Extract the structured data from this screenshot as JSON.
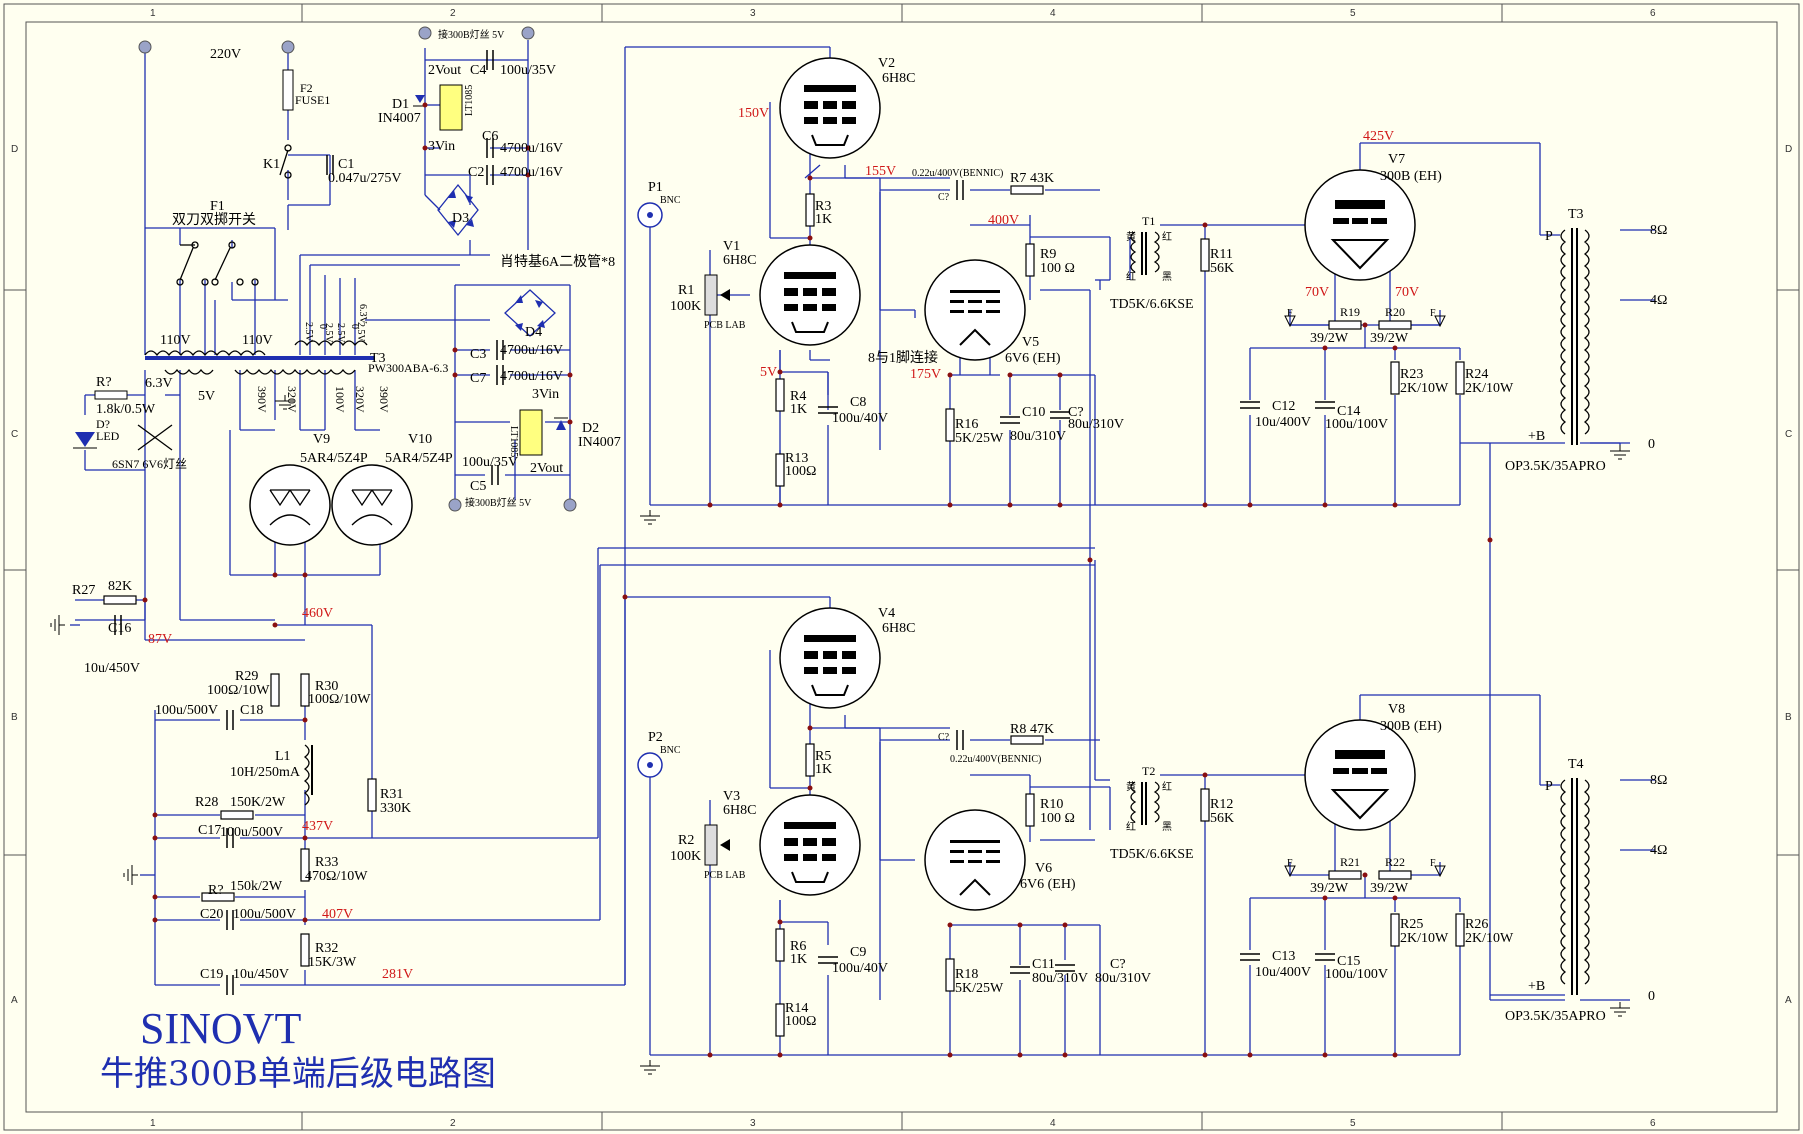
{
  "title": {
    "brand": "SINOVT",
    "subtitle": "牛推300B单端后级电路图"
  },
  "colors": {
    "background": "#fffff0",
    "wire": "#1f2fb0",
    "frame": "#555555",
    "voltage": "#d01818",
    "junction": "#8a1010",
    "text": "#000000"
  },
  "grid": {
    "cols": [
      "1",
      "2",
      "3",
      "4",
      "5",
      "6"
    ],
    "rows": [
      "D",
      "C",
      "B",
      "A"
    ]
  },
  "labels": {
    "v220": "220V",
    "f2": "F2",
    "fuse1": "FUSE1",
    "k1": "K1",
    "c1": "C1",
    "c1v": "0.047u/275V",
    "f1": "F1",
    "switch": "双刀双掷开关",
    "fil5v_top": "接300B灯丝 5V",
    "fil5v_bot": "接300B灯丝 5V",
    "vout2_top": "2Vout",
    "vin3_top": "3Vin",
    "c4": "C4",
    "c4v": "100u/35V",
    "d1": "D1",
    "d1v": "IN4007",
    "lt_top": "LT1085",
    "c6": "C6",
    "c6v": "4700u/16V",
    "c2": "C2",
    "c2v": "4700u/16V",
    "d3": "D3",
    "diodes": "肖特基6A二极管*8",
    "d4": "D4",
    "c3": "C3",
    "c3v": "4700u/16V",
    "c7": "C7",
    "c7v": "4700u/16V",
    "vin3_bot": "3Vin",
    "lt_bot": "LT1085",
    "d2": "D2",
    "d2v": "IN4007",
    "c5": "C5",
    "c5v": "100u/35V",
    "vout2_bot": "2Vout",
    "tr_p1": "110V",
    "tr_p2": "110V",
    "tr_s1": "2.5V",
    "tr_s2": "0",
    "tr_s3": "2.5V",
    "tr_s4": "2.5V",
    "tr_s5": "0",
    "tr_s6": "2.5V",
    "tr_63": "6.3V",
    "tr3": "T3",
    "tr_model": "PW300ABA-6.3",
    "tr_5v": "5V",
    "tr_63b": "6.3V",
    "tr_390a": "390V",
    "tr_320a": "320V",
    "tr_100": "100V",
    "tr_320b": "320V",
    "tr_390b": "390V",
    "rq": "R?",
    "rqv": "1.8k/0.5W",
    "dq": "D?",
    "led": "LED",
    "fil6sn7": "6SN7 6V6灯丝",
    "v9": "V9",
    "v9t": "5AR4/5Z4P",
    "v10": "V10",
    "v10t": "5AR4/5Z4P",
    "r27": "R27",
    "r27v": "82K",
    "c16": "C16",
    "c16v": "10u/450V",
    "r29": "R29",
    "r29v": "100Ω/10W",
    "r30": "R30",
    "r30v": "100Ω/10W",
    "c18": "C18",
    "c18v": "100u/500V",
    "l1": "L1",
    "l1v": "10H/250mA",
    "r28": "R28",
    "r28v": "150K/2W",
    "c17": "C17",
    "c17v": "100u/500V",
    "r31": "R31",
    "r31v": "330K",
    "r33": "R33",
    "r33v": "470Ω/10W",
    "rq2": "R?",
    "rq2v": "150k/2W",
    "c20": "C20",
    "c20v": "100u/500V",
    "r32": "R32",
    "r32v": "15K/3W",
    "c19": "C19",
    "c19v": "10u/450V",
    "p1": "P1",
    "bnc1": "BNC",
    "p2": "P2",
    "bnc2": "BNC",
    "r1": "R1",
    "r1v": "100K",
    "r2": "R2",
    "r2v": "100K",
    "pcb1": "PCB LAB",
    "pcb2": "PCB LAB",
    "v1": "V1",
    "v1t": "6H8C",
    "v2": "V2",
    "v2t": "6H8C",
    "v3": "V3",
    "v3t": "6H8C",
    "v4": "V4",
    "v4t": "6H8C",
    "r3": "R3",
    "r3v": "1K",
    "r4": "R4",
    "r4v": "1K",
    "c8": "C8",
    "c8v": "100u/40V",
    "r13": "R13",
    "r13v": "100Ω",
    "r5": "R5",
    "r5v": "1K",
    "r6": "R6",
    "r6v": "1K",
    "c9": "C9",
    "c9v": "100u/40V",
    "r14": "R14",
    "r14v": "100Ω",
    "cq1": "C?",
    "cq1v": "0.22u/400V(BENNIC)",
    "cq2": "C?",
    "cq2v": "0.22u/400V(BENNIC)",
    "r7": "R7",
    "r7v": "43K",
    "r8": "R8",
    "r8v": "47K",
    "r9": "R9",
    "r9v": "100 Ω",
    "r10": "R10",
    "r10v": "100 Ω",
    "v5": "V5",
    "v5t": "6V6 (EH)",
    "v6": "V6",
    "v6t": "6V6 (EH)",
    "pin8": "8与1脚连接",
    "r16": "R16",
    "r16v": "5K/25W",
    "c10": "C10",
    "c10v": "80u/310V",
    "cq3": "C?",
    "cq3v": "80u/310V",
    "r18": "R18",
    "r18v": "5K/25W",
    "c11": "C11",
    "c11v": "80u/310V",
    "cq4": "C?",
    "cq4v": "80u/310V",
    "t1": "T1",
    "t1t": "TD5K/6.6KSE",
    "t2": "T2",
    "t2t": "TD5K/6.6KSE",
    "huang": "黄",
    "hong": "红",
    "hei": "黑",
    "r11": "R11",
    "r11v": "56K",
    "r12": "R12",
    "r12v": "56K",
    "v7": "V7",
    "v7t": "300B (EH)",
    "v8": "V8",
    "v8t": "300B (EH)",
    "r19": "R19",
    "r19v": "39/2W",
    "r20": "R20",
    "r20v": "39/2W",
    "r21": "R21",
    "r21v": "39/2W",
    "r22": "R22",
    "r22v": "39/2W",
    "f": "F",
    "c12": "C12",
    "c12v": "10u/400V",
    "c14": "C14",
    "c14v": "100u/100V",
    "c13": "C13",
    "c13v": "10u/400V",
    "c15": "C15",
    "c15v": "100u/100V",
    "r23": "R23",
    "r23v": "2K/10W",
    "r24": "R24",
    "r24v": "2K/10W",
    "r25": "R25",
    "r25v": "2K/10W",
    "r26": "R26",
    "r26v": "2K/10W",
    "t3": "T3",
    "t4": "T4",
    "p": "P",
    "plusb": "+B",
    "ohm8": "8Ω",
    "ohm4": "4Ω",
    "zero": "0",
    "op": "OP3.5K/35APRO"
  },
  "voltages": {
    "v150": "150V",
    "v155": "155V",
    "v5": "5V",
    "v400": "400V",
    "v175": "175V",
    "v425": "425V",
    "v70a": "70V",
    "v70b": "70V",
    "v460": "460V",
    "v87": "87V",
    "v437": "437V",
    "v407": "407V",
    "v281": "281V"
  }
}
